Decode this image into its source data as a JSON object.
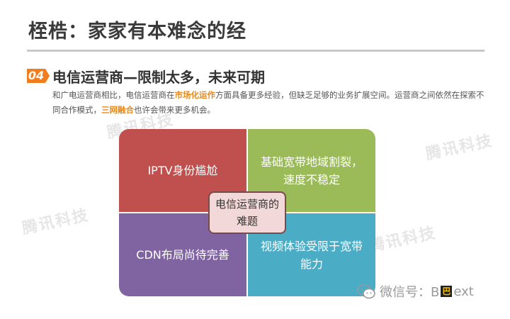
{
  "header": {
    "title": "桎梏：家家有本难念的经"
  },
  "section": {
    "number": "04",
    "subtitle": "电信运营商—限制太多，未来可期",
    "desc_parts": {
      "p1": "和广电运营商相比，电信运营商在",
      "h1": "市场化运作",
      "p2": "方面具备更多经验，但缺乏足够的业务扩展空间。运营商之间依然在探索不同合作模式，",
      "h2": "三网融合",
      "p3": "也许会带来更多机会。"
    }
  },
  "quadrants": {
    "top_left": "IPTV身份尴尬",
    "top_right": "基础宽带地域割裂，速度不稳定",
    "bottom_left": "CDN布局尚待完善",
    "bottom_right": "视频体验受限于宽带能力"
  },
  "center_label": "电信运营商的难题",
  "watermarks": [
    "腾讯科技",
    "腾讯科技",
    "腾讯科技",
    "腾讯科技"
  ],
  "footer": {
    "prefix": "微信号：B",
    "logo": "巴",
    "suffix": "ext"
  },
  "colors": {
    "accent": "#f07d1e",
    "red": "#c0504d",
    "green": "#9bbb59",
    "purple": "#8064a2",
    "teal": "#4bacc6"
  }
}
